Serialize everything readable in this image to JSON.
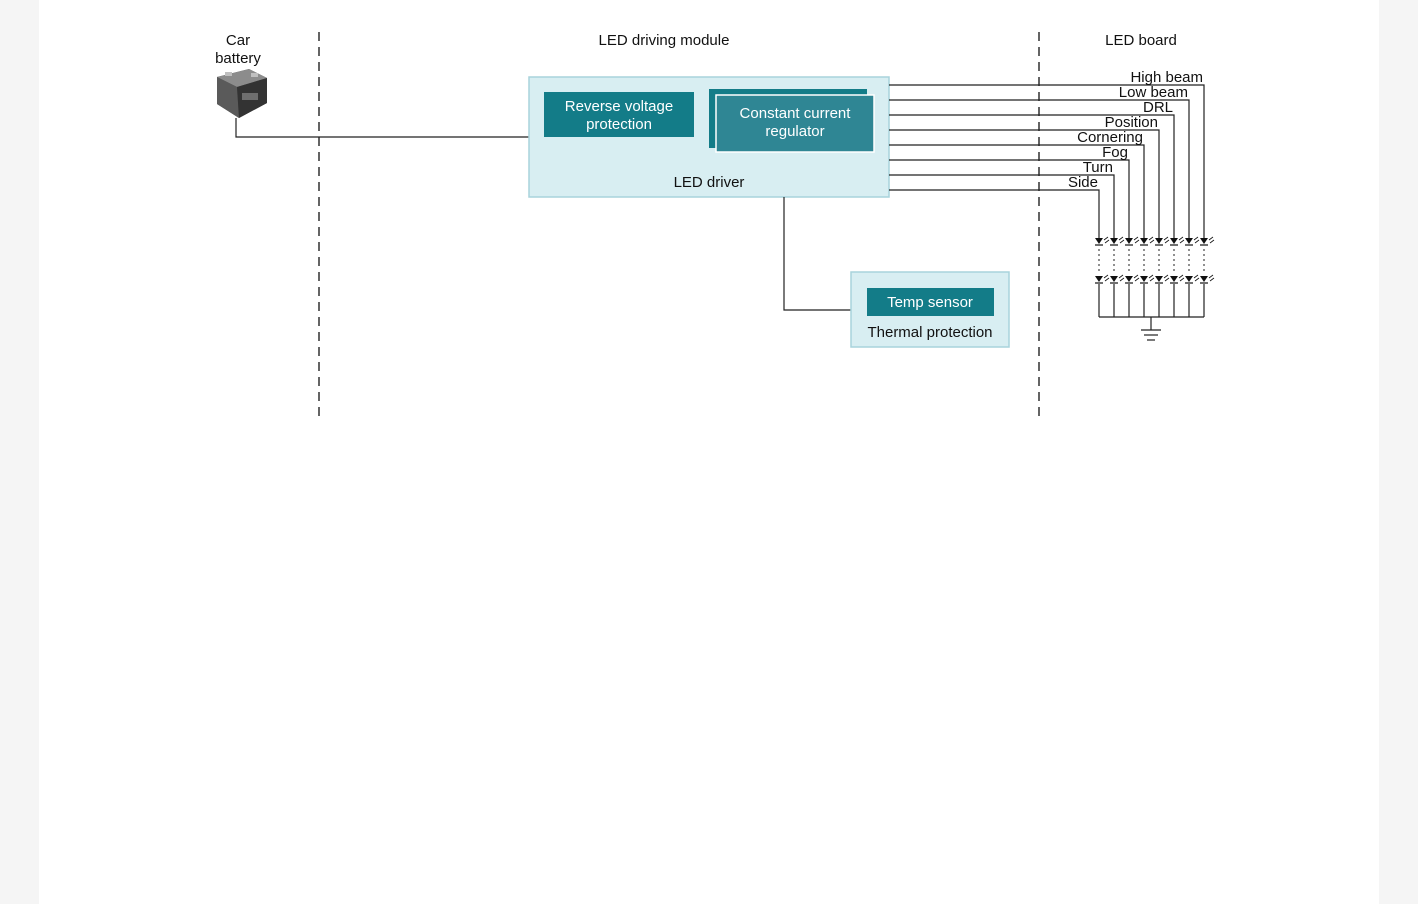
{
  "sections": {
    "battery_label_line1": "Car",
    "battery_label_line2": "battery",
    "module": "LED driving module",
    "board": "LED board"
  },
  "driver": {
    "label": "LED driver",
    "reverse_line1": "Reverse voltage",
    "reverse_line2": "protection",
    "ccr_line1": "Constant current",
    "ccr_line2": "regulator"
  },
  "thermal": {
    "sensor": "Temp sensor",
    "label": "Thermal protection"
  },
  "channels": [
    "High beam",
    "Low beam",
    "DRL",
    "Position",
    "Cornering",
    "Fog",
    "Turn",
    "Side"
  ],
  "colors": {
    "teal": "#137c88",
    "light_panel": "#d8eef2",
    "panel_border": "#a8d3dc"
  }
}
